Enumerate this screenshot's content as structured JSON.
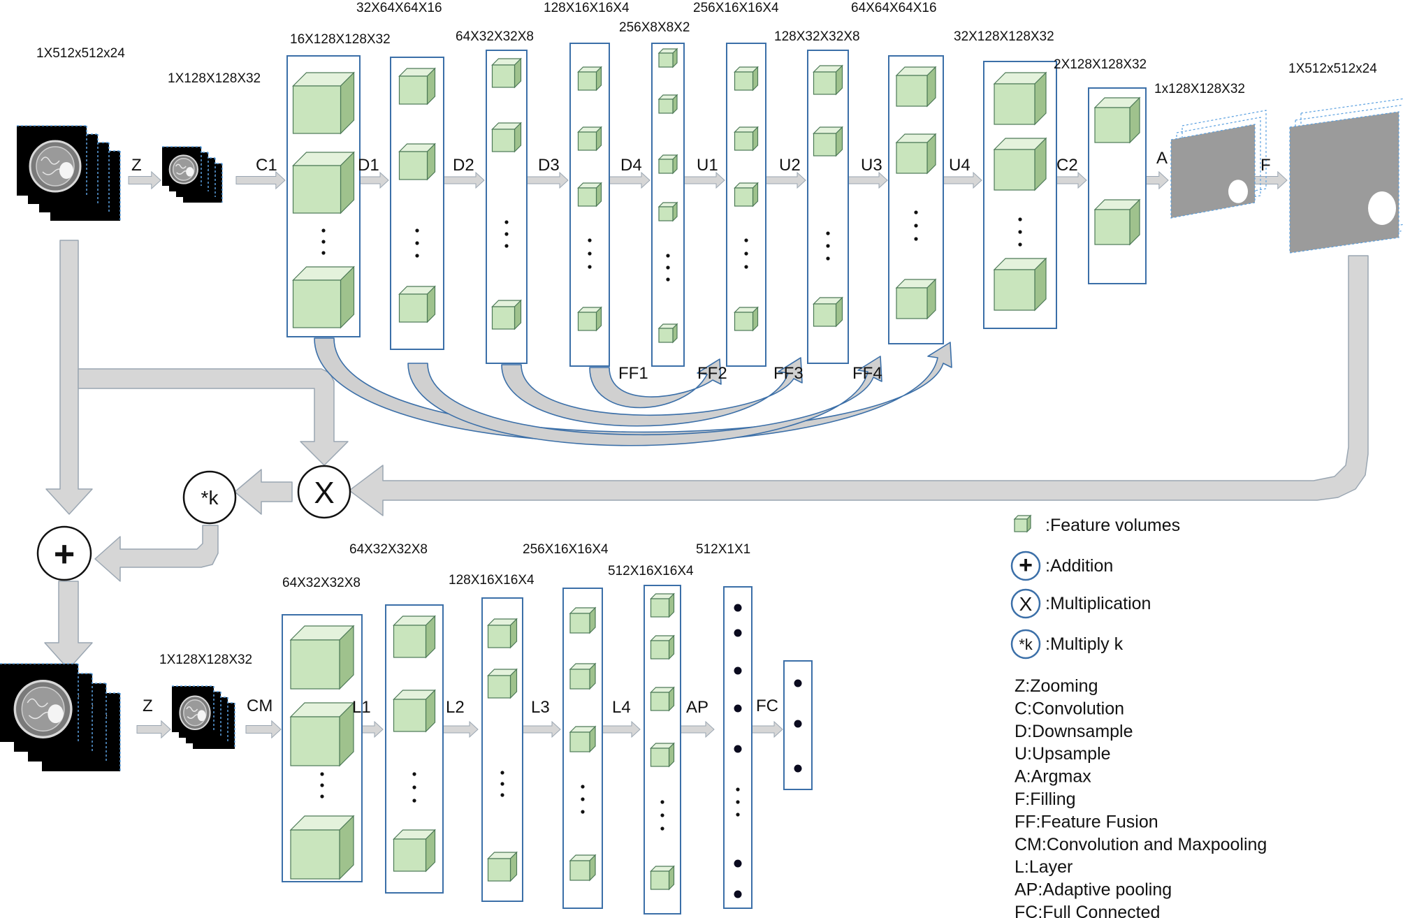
{
  "colors": {
    "panel_border": "#3b6fa8",
    "cube_front": "#c9e5bd",
    "cube_top": "#e4f2dc",
    "cube_side": "#9fc28d",
    "cube_edge": "#4d7a57",
    "arrow_fill": "#d6d6d6",
    "arrow_stroke": "#9aa6b2",
    "ff_arrow_stroke": "#3b6fa8",
    "mri_bg": "#000000",
    "mask_gray": "#9b9b9b",
    "dot": "#0a0a1e"
  },
  "icons": {
    "mri_stack": "mri-slice-stack",
    "mask_stack": "segmentation-mask-stack",
    "feature_cube": "feature-volume-cube",
    "plus_circle": "addition-operator",
    "x_circle": "multiplication-operator",
    "k_circle": "multiply-k-operator"
  },
  "top": {
    "dims": {
      "input": "1X512x512x24",
      "zoomed": "1X128X128X32",
      "c1": "16X128X128X32",
      "d1": "32X64X64X16",
      "d2": "64X32X32X8",
      "d3": "128X16X16X4",
      "d4": "256X8X8X2",
      "u1": "256X16X16X4",
      "u2": "128X32X32X8",
      "u3": "64X64X64X16",
      "u4": "32X128X128X32",
      "c2": "2X128X128X32",
      "argmax": "1x128X128X32",
      "fill": "1X512x512x24"
    },
    "ops": {
      "z": "Z",
      "c1": "C1",
      "d1": "D1",
      "d2": "D2",
      "d3": "D3",
      "d4": "D4",
      "u1": "U1",
      "u2": "U2",
      "u3": "U3",
      "u4": "U4",
      "c2": "C2",
      "a": "A",
      "f": "F",
      "ff1": "FF1",
      "ff2": "FF2",
      "ff3": "FF3",
      "ff4": "FF4"
    }
  },
  "middle": {
    "mult_symbol": "X",
    "multk_symbol": "*k",
    "add_symbol": "+"
  },
  "bottom": {
    "dims": {
      "zoomed": "1X128X128X32",
      "cm": "64X32X32X8",
      "l1": "64X32X32X8",
      "l2": "128X16X16X4",
      "l3": "256X16X16X4",
      "l4": "512X16X16X4",
      "ap": "512X1X1"
    },
    "ops": {
      "z": "Z",
      "cm": "CM",
      "l1": "L1",
      "l2": "L2",
      "l3": "L3",
      "l4": "L4",
      "ap": "AP",
      "fc": "FC"
    }
  },
  "legend": {
    "feature_volumes": ":Feature volumes",
    "addition_symbol": "+",
    "addition": ":Addition",
    "multiplication_symbol": "X",
    "multiplication": ":Multiplication",
    "multiplyk_symbol": "*k",
    "multiplyk": ":Multiply k",
    "abbreviations": [
      "Z:Zooming",
      "C:Convolution",
      "D:Downsample",
      "U:Upsample",
      "A:Argmax",
      "F:Filling",
      "FF:Feature Fusion",
      "CM:Convolution and Maxpooling",
      "L:Layer",
      "AP:Adaptive pooling",
      "FC:Full Connected"
    ]
  }
}
